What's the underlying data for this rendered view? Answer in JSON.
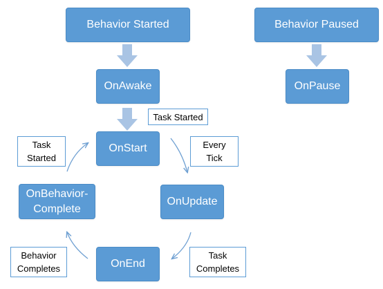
{
  "nodes": {
    "behavior_started": "Behavior Started",
    "behavior_paused": "Behavior Paused",
    "on_awake": "OnAwake",
    "on_pause": "OnPause",
    "on_start": "OnStart",
    "on_update": "OnUpdate",
    "on_end": "OnEnd",
    "on_behavior_complete": [
      "OnBehavior-",
      "Complete"
    ]
  },
  "notes": {
    "task_started_top": "Task Started",
    "task_started_left": [
      "Task",
      "Started"
    ],
    "every_tick": [
      "Every",
      "Tick"
    ],
    "task_completes": [
      "Task",
      "Completes"
    ],
    "behavior_completes": [
      "Behavior",
      "Completes"
    ]
  },
  "colors": {
    "node_fill": "#5b9bd5",
    "arrow": "#a9c4e4",
    "connector": "#6fa0d2"
  }
}
